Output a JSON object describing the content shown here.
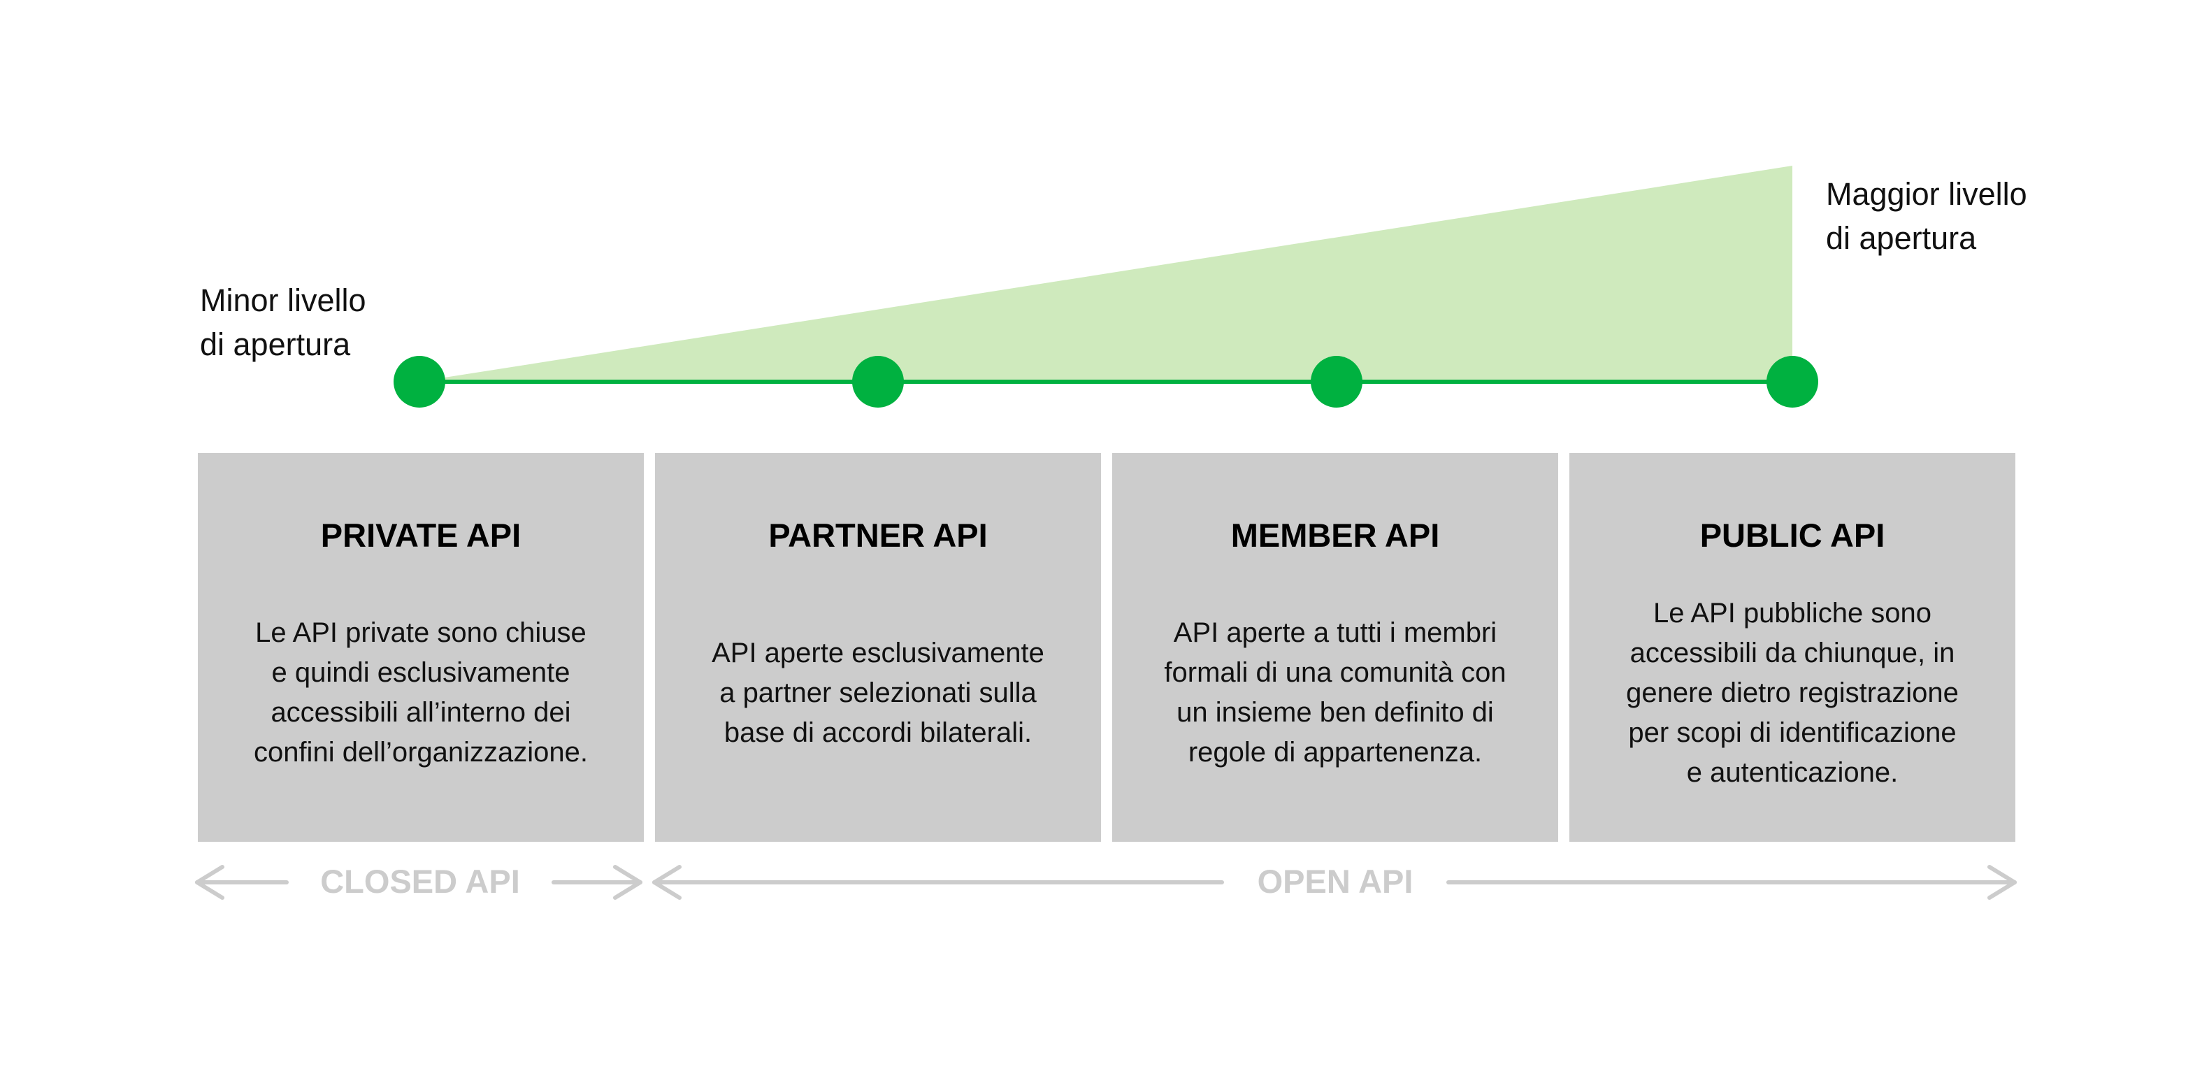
{
  "labels": {
    "min": "Minor livello\ndi apertura",
    "max": "Maggior livello\ndi apertura"
  },
  "levels": [
    {
      "title": "PRIVATE API",
      "description": "Le API private sono chiuse\ne quindi esclusivamente\naccessibili all’interno dei\nconfini dell’organizzazione."
    },
    {
      "title": "PARTNER API",
      "description": "API aperte esclusivamente\na partner selezionati sulla\nbase di accordi bilaterali."
    },
    {
      "title": "MEMBER API",
      "description": "API aperte a tutti i membri\nformali di una comunità con\nun insieme ben definito di\nregole di appartenenza."
    },
    {
      "title": "PUBLIC API",
      "description": "Le API pubbliche sono\naccessibili da chiunque, in\ngenere dietro registrazione\nper scopi di identificazione\ne autenticazione."
    }
  ],
  "ranges": {
    "closed": "CLOSED API",
    "open": "OPEN API"
  },
  "colors": {
    "green": "#00b140",
    "triangle": "#cfeabd",
    "box": "#cccccc",
    "range": "#cccccc"
  }
}
